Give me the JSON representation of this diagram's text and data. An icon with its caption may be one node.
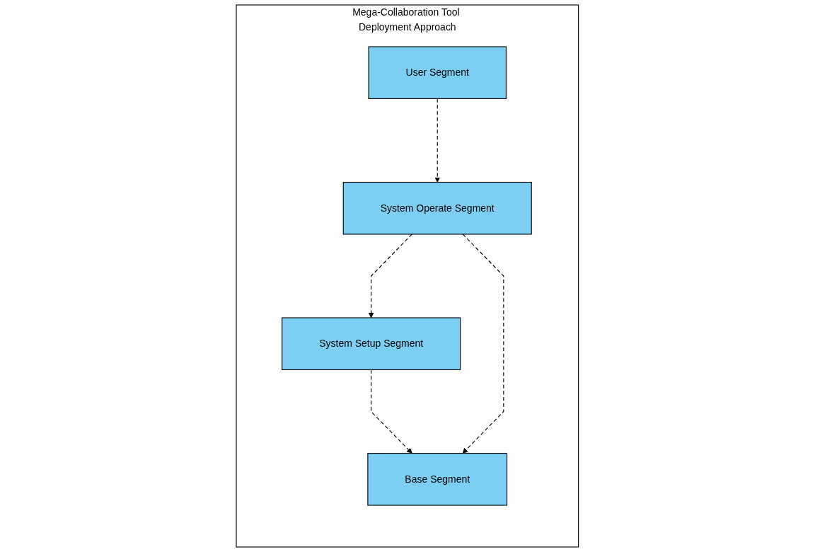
{
  "diagram": {
    "nodes": [
      {
        "text": [
          "Mega-Collaboration Tool Deployment Approach"
        ]
      },
      {
        "text": [
          "System Setup Segment"
        ],
        "in": 0
      },
      {
        "text": [
          "System Operate Segment"
        ],
        "in": 0
      },
      {
        "text": [
          "Base Segment"
        ],
        "in": 0
      },
      {
        "text": [
          "User Segment"
        ],
        "in": 0
      }
    ],
    "edges": [
      {
        "from": 2,
        "to": 1,
        "arrow": "to",
        "style": "dashed"
      },
      {
        "from": 1,
        "to": 3,
        "arrow": "to",
        "style": "dashed"
      },
      {
        "from": 2,
        "to": 3,
        "arrow": "to",
        "style": "dashed"
      },
      {
        "from": 4,
        "to": 2,
        "arrow": "to",
        "style": "dashed"
      }
    ]
  }
}
